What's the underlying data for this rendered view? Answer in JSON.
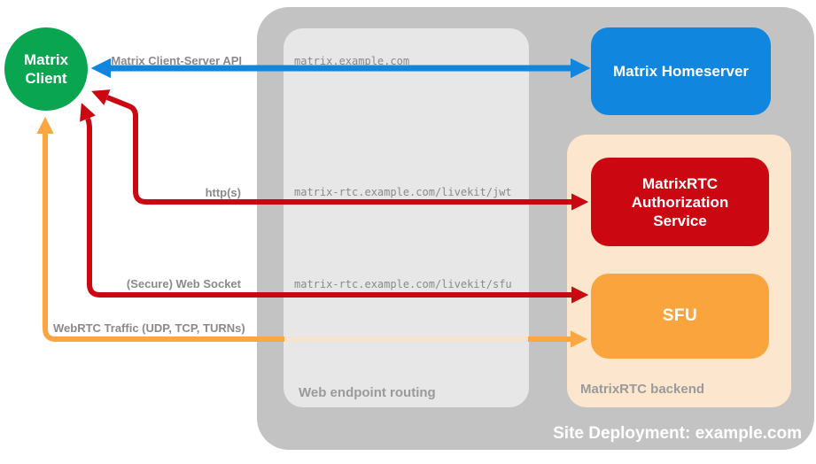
{
  "title": "MatrixRTC site deployment diagram",
  "nodes": {
    "client": {
      "line1": "Matrix",
      "line2": "Client",
      "color": "#0aa551"
    },
    "homeserver": {
      "label": "Matrix Homeserver",
      "color": "#1186de"
    },
    "auth": {
      "line1": "MatrixRTC",
      "line2": "Authorization",
      "line3": "Service",
      "color": "#cb0712"
    },
    "sfu": {
      "label": "SFU",
      "color": "#f9a43c"
    }
  },
  "containers": {
    "site": {
      "label": "Site Deployment: example.com",
      "color": "#c3c3c4"
    },
    "routing": {
      "label": "Web endpoint routing",
      "color": "#e7e7e7"
    },
    "backend": {
      "label": "MatrixRTC backend",
      "color": "#fce7ce"
    }
  },
  "endpoints": [
    "matrix.example.com",
    "matrix-rtc.example.com/livekit/jwt",
    "matrix-rtc.example.com/livekit/sfu"
  ],
  "arrows": [
    {
      "label": "Matrix Client-Server API",
      "color": "#1186de",
      "from": "Matrix Client",
      "to": "Matrix Homeserver",
      "bidirectional": true
    },
    {
      "label": "http(s)",
      "color": "#cb0712",
      "from": "Matrix Client",
      "to": "MatrixRTC Authorization Service",
      "bidirectional": true
    },
    {
      "label": "(Secure) Web Socket",
      "color": "#cb0712",
      "from": "Matrix Client",
      "to": "SFU",
      "bidirectional": true
    },
    {
      "label": "WebRTC Traffic (UDP, TCP, TURNs)",
      "color": "#faa743",
      "from": "Matrix Client",
      "to": "SFU",
      "bidirectional": true
    }
  ]
}
